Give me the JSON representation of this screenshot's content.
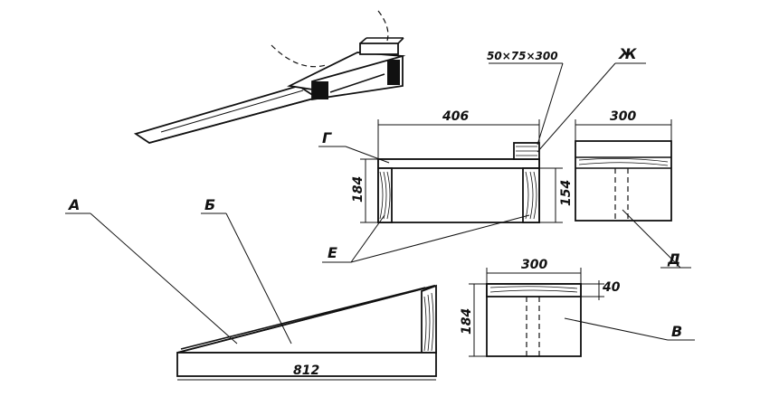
{
  "dimensions": {
    "block_section": "50×75×300",
    "frame_length": "406",
    "frame_height": "184",
    "block_height": "154",
    "side_width": "300",
    "ramp_length": "812",
    "support_width": "300",
    "support_height": "184",
    "top_board_thickness": "40"
  },
  "labels": {
    "a": "А",
    "b": "Б",
    "v": "В",
    "g": "Г",
    "d": "Д",
    "e": "Е",
    "zh": "Ж"
  },
  "colors": {
    "ink": "#111111",
    "paper": "#ffffff"
  }
}
